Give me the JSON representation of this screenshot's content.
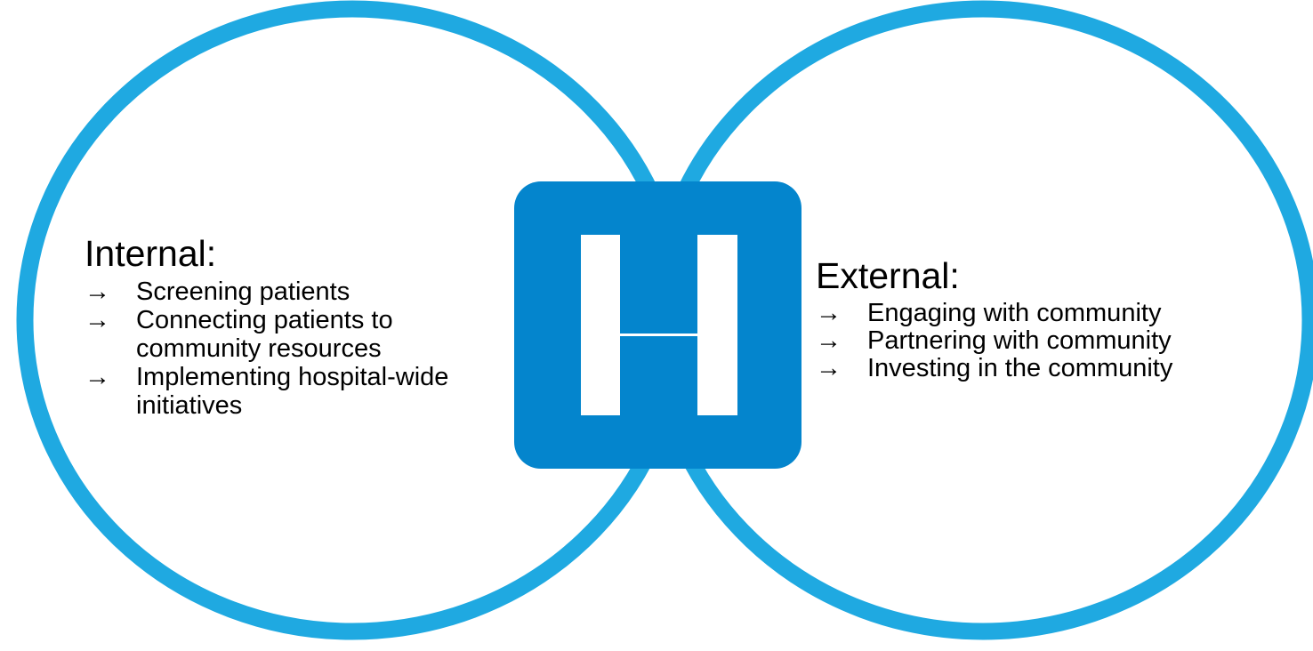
{
  "diagram": {
    "colors": {
      "circle_stroke": "#1fa9e1",
      "hospital_sign": "#0485cd",
      "hospital_letter": "#ffffff",
      "text": "#000000"
    },
    "hospital_icon": {
      "icon": "hospital-h-icon",
      "letter": "H"
    },
    "internal": {
      "title": "Internal:",
      "arrow": "→",
      "items": [
        "Screening patients",
        "Connecting patients to community resources",
        "Implementing hospital-wide initiatives"
      ]
    },
    "external": {
      "title": "External:",
      "arrow": "→",
      "items": [
        "Engaging with community",
        "Partnering with community",
        "Investing in the community"
      ]
    }
  }
}
